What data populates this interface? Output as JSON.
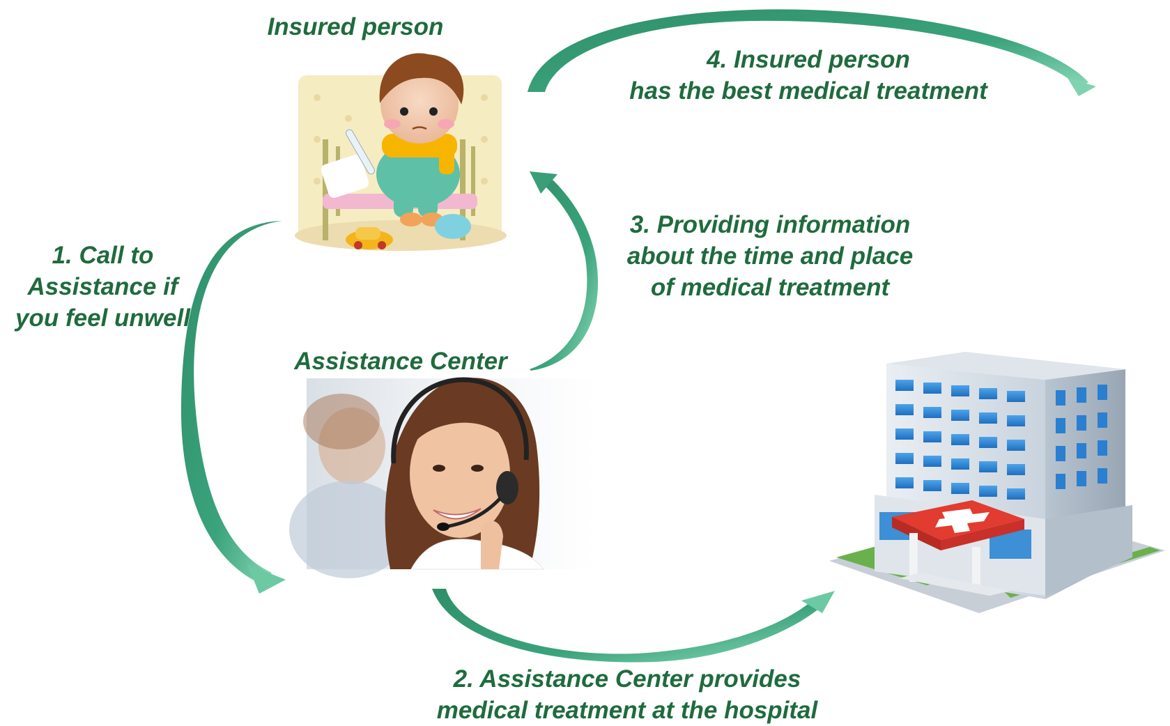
{
  "nodes": {
    "insured_person": "Insured person",
    "assistance_center": "Assistance Center"
  },
  "steps": {
    "step1": [
      "1. Call to",
      "Assistance if",
      "you feel unwell"
    ],
    "step2": [
      "2. Assistance Center provides",
      "medical treatment at the hospital"
    ],
    "step3": [
      "3. Providing information",
      "about the time and place",
      "of medical treatment"
    ],
    "step4": [
      "4. Insured person",
      "has the best medical treatment"
    ]
  },
  "colors": {
    "label_text": "#1f6b3d",
    "arrow_dark": "#2f8f6a",
    "arrow_light": "#7fd3b0"
  }
}
